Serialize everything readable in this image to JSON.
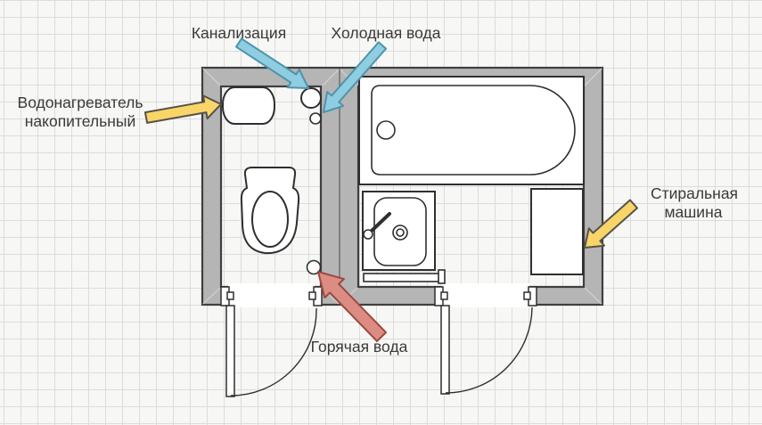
{
  "diagram": {
    "type": "bathroom-floor-plan",
    "annotations": [
      {
        "id": "sewerage",
        "label": "Канализация",
        "arrow_color": "#8fcde0"
      },
      {
        "id": "cold-water",
        "label": "Холодная вода",
        "arrow_color": "#8fcde0"
      },
      {
        "id": "water-heater",
        "label_line1": "Водонагреватель",
        "label_line2": "накопительный",
        "arrow_color": "#f8d568"
      },
      {
        "id": "washing-machine",
        "label_line1": "Стиральная",
        "label_line2": "машина",
        "arrow_color": "#f8d568"
      },
      {
        "id": "hot-water",
        "label": "Горячая вода",
        "arrow_color": "#dc8c82"
      }
    ]
  },
  "colors": {
    "background": "#f7f7f5",
    "grid_line": "#dcdcda",
    "wall_fill": "#b5b5b5",
    "wall_stroke": "#3f3f3f",
    "fixture_stroke": "#2f2f2f",
    "arrow_blue_fill": "#8fcde0",
    "arrow_blue_stroke": "#4e93ad",
    "arrow_yellow_fill": "#f8d568",
    "arrow_yellow_stroke": "#57524a",
    "arrow_red_fill": "#dc8c82",
    "arrow_red_stroke": "#9a4a40",
    "text": "#3a3a3a"
  }
}
